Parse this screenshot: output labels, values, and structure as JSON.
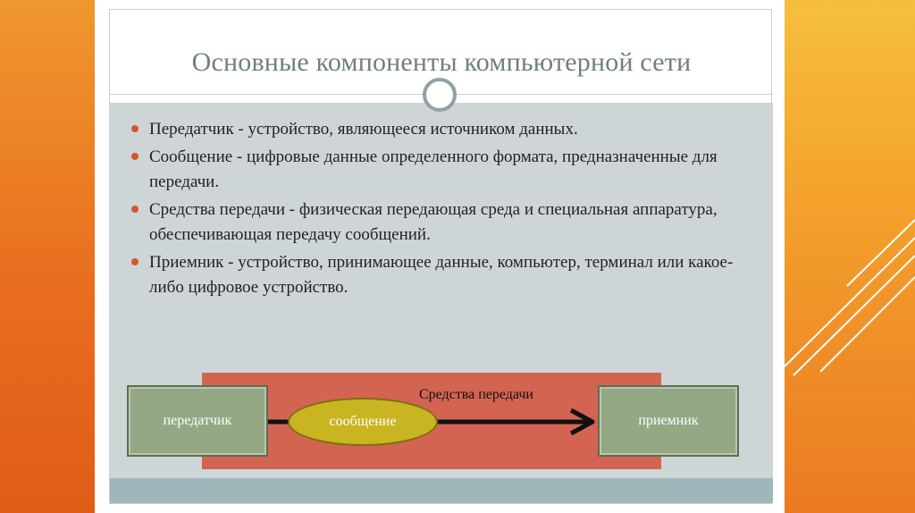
{
  "slide": {
    "title": "Основные компоненты компьютерной сети",
    "points": [
      "Передатчик - устройство, являющееся источником данных.",
      "Сообщение - цифровые данные определенного формата, предназначенные для передачи.",
      "Средства передачи - физическая передающая среда и специальная аппаратура, обеспечивающая передачу сообщений.",
      "Приемник - устройство, принимающее данные, компьютер, терминал или какое-либо цифровое устройство."
    ],
    "diagram": {
      "channel_label": "Средства передачи",
      "sender": "передатчик",
      "message": "сообщение",
      "receiver": "приемник"
    }
  },
  "colors": {
    "bullet": "#d6542c",
    "channel": "#d36452",
    "box": "#94a886",
    "oval": "#c9b421",
    "content_bg": "#cdd5d6",
    "title": "#6f7f82"
  }
}
